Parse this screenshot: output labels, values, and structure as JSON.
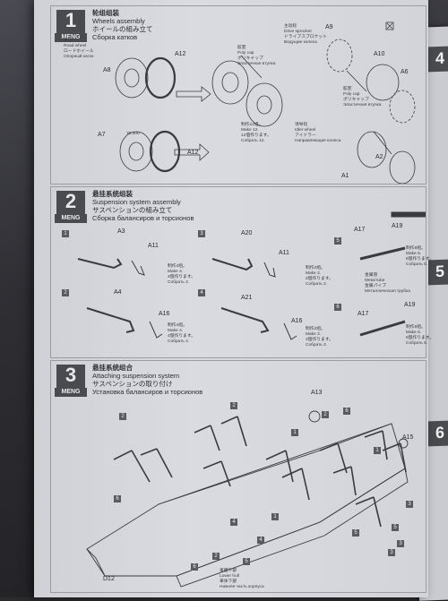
{
  "steps": [
    {
      "number": "1",
      "brand": "MENG",
      "title_cn": "轮组组装",
      "title_en": "Wheels assembly",
      "title_jp": "ホイールの組み立て",
      "title_ru": "Сборка катков",
      "parts": {
        "road_wheel_cn": "路轮",
        "road_wheel_en": "Road wheel",
        "road_wheel_jp": "ロードホイール",
        "road_wheel_ru": "Опорный каток",
        "a8": "A8",
        "a12_top": "A12",
        "a7": "A7",
        "a12_bottom": "A12",
        "a9": "A9",
        "a10": "A10",
        "a6": "A6",
        "a2": "A2",
        "a1": "A1",
        "measure": "70.300"
      },
      "poly_cap": {
        "cn": "胶套",
        "en": "Poly cap",
        "jp": "ポリキャップ",
        "ru": "Эластичная втулка"
      },
      "make12": {
        "cn": "制作12组。",
        "en": "Make 12.",
        "jp": "12個作ります。",
        "ru": "Собрать 12."
      },
      "drive_sprocket": {
        "cn": "主动轮",
        "en": "Drive sprocket",
        "jp": "ドライブスプロケット",
        "ru": "Ведущие колеса"
      },
      "idler_wheel": {
        "cn": "诱导轮",
        "en": "Idler wheel",
        "jp": "アイドラー",
        "ru": "Направляющие колеса"
      }
    },
    {
      "number": "2",
      "brand": "MENG",
      "title_cn": "悬挂系统组装",
      "title_en": "Suspension system assembly",
      "title_jp": "サスペンションの組み立て",
      "title_ru": "Сборка балансиров и торсионов",
      "subs": [
        "1",
        "3",
        "5",
        "2",
        "4",
        "6"
      ],
      "parts": {
        "a3": "A3",
        "a11_1": "A11",
        "a20": "A20",
        "a11_2": "A11",
        "a17_1": "A17",
        "a19_1": "A19",
        "a4": "A4",
        "a16_1": "A16",
        "a21": "A21",
        "a16_2": "A16",
        "a17_2": "A17",
        "a19_2": "A19"
      },
      "make4_1": {
        "cn": "制作4组。",
        "en": "Make 4.",
        "jp": "4個作ります。",
        "ru": "Собрать 4."
      },
      "make2_1": {
        "cn": "制作2组。",
        "en": "Make 2.",
        "jp": "2個作ります。",
        "ru": "Собрать 2."
      },
      "make4_2": {
        "cn": "制作4组。",
        "en": "Make 4.",
        "jp": "4個作ります。",
        "ru": "Собрать 4."
      },
      "make2_2": {
        "cn": "制作2组。",
        "en": "Make 2.",
        "jp": "2個作ります。",
        "ru": "Собрать 2."
      },
      "metal_tube": {
        "cn": "金属管",
        "en": "Metal tube",
        "jp": "金属パイプ",
        "ru": "Металлическая трубка"
      },
      "make6_1": {
        "cn": "制作6组。",
        "en": "Make 6.",
        "jp": "6個作ります。",
        "ru": "Собрать 6."
      },
      "make6_2": {
        "cn": "制作6组。",
        "en": "Make 6.",
        "jp": "6個作ります。",
        "ru": "Собрать 6."
      }
    },
    {
      "number": "3",
      "brand": "MENG",
      "title_cn": "悬挂系统组合",
      "title_en": "Attaching suspension system",
      "title_jp": "サスペンションの取り付け",
      "title_ru": "Установка балансиров и торсионов",
      "parts": {
        "a13": "A13",
        "a15": "A15",
        "d12": "D12"
      },
      "callouts": [
        "2",
        "2",
        "1",
        "6",
        "2",
        "6",
        "1",
        "4",
        "3",
        "5",
        "1",
        "6",
        "3",
        "2",
        "5",
        "3",
        "5",
        "4"
      ],
      "lower_hull": {
        "cn": "車體下部",
        "en": "Lower hull",
        "jp": "車体下部",
        "ru": "Нижняя часть корпуса"
      }
    }
  ],
  "side_steps": [
    "4",
    "5",
    "6"
  ],
  "colors": {
    "paper": "#d6d8dd",
    "badge": "#4a4b4f",
    "line": "#3a3b3f"
  }
}
